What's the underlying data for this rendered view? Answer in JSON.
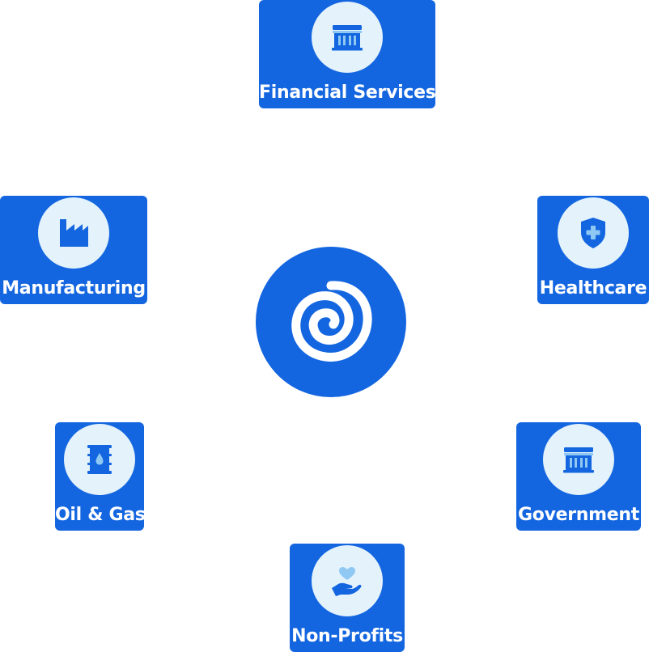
{
  "colors": {
    "card": "#1466e0",
    "badge_bg": "#e3f2fb",
    "icon_primary": "#1466e0",
    "icon_accent": "#8fc8f3",
    "text": "#ffffff"
  },
  "hub": {
    "icon": "swirl-logo-icon"
  },
  "industries": [
    {
      "label": "Financial Services",
      "icon": "bank-building-icon"
    },
    {
      "label": "Manufacturing",
      "icon": "factory-icon"
    },
    {
      "label": "Healthcare",
      "icon": "medical-shield-icon"
    },
    {
      "label": "Oil & Gas",
      "icon": "oil-barrel-icon"
    },
    {
      "label": "Government",
      "icon": "government-building-icon"
    },
    {
      "label": "Non-Profits",
      "icon": "heart-hand-icon"
    }
  ]
}
